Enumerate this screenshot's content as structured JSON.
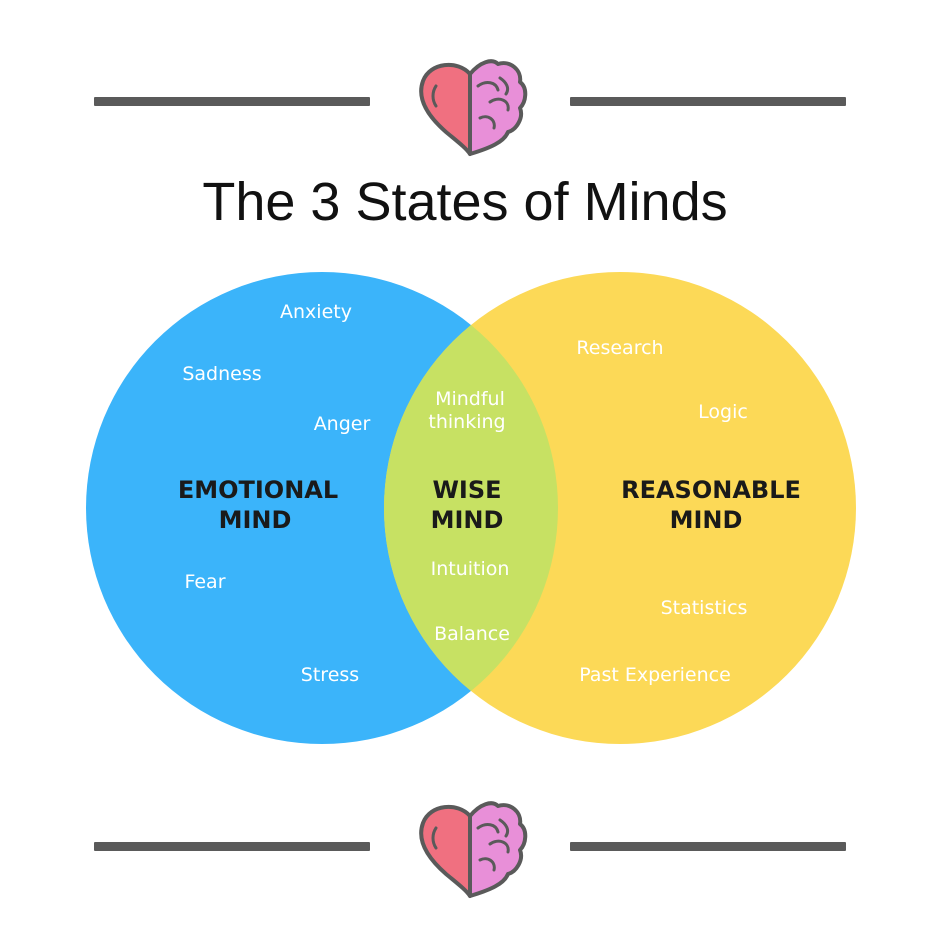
{
  "title": "The 3 States of Minds",
  "colors": {
    "emotional": "#3BB4FA",
    "reasonable": "#FCD957",
    "wise": "#C7E163",
    "rule": "#5A5A5A",
    "heart_left": "#F07080",
    "heart_right": "#E88FD8",
    "heart_outline": "#5A5A5A",
    "label_light": "#FFFFFF",
    "label_dark": "#1A1A1A"
  },
  "decor": {
    "top_icon": "heart-brain-icon",
    "bottom_icon": "heart-brain-icon"
  },
  "regions": {
    "emotional": {
      "title_line1": "EMOTIONAL",
      "title_line2": "MIND",
      "items": [
        "Anxiety",
        "Sadness",
        "Anger",
        "Fear",
        "Stress"
      ]
    },
    "wise": {
      "title_line1": "WISE",
      "title_line2": "MIND",
      "items": [
        "Mindful",
        "thinking",
        "Intuition",
        "Balance"
      ]
    },
    "reasonable": {
      "title_line1": "REASONABLE",
      "title_line2": "MIND",
      "items": [
        "Research",
        "Logic",
        "Statistics",
        "Past Experience"
      ]
    }
  }
}
